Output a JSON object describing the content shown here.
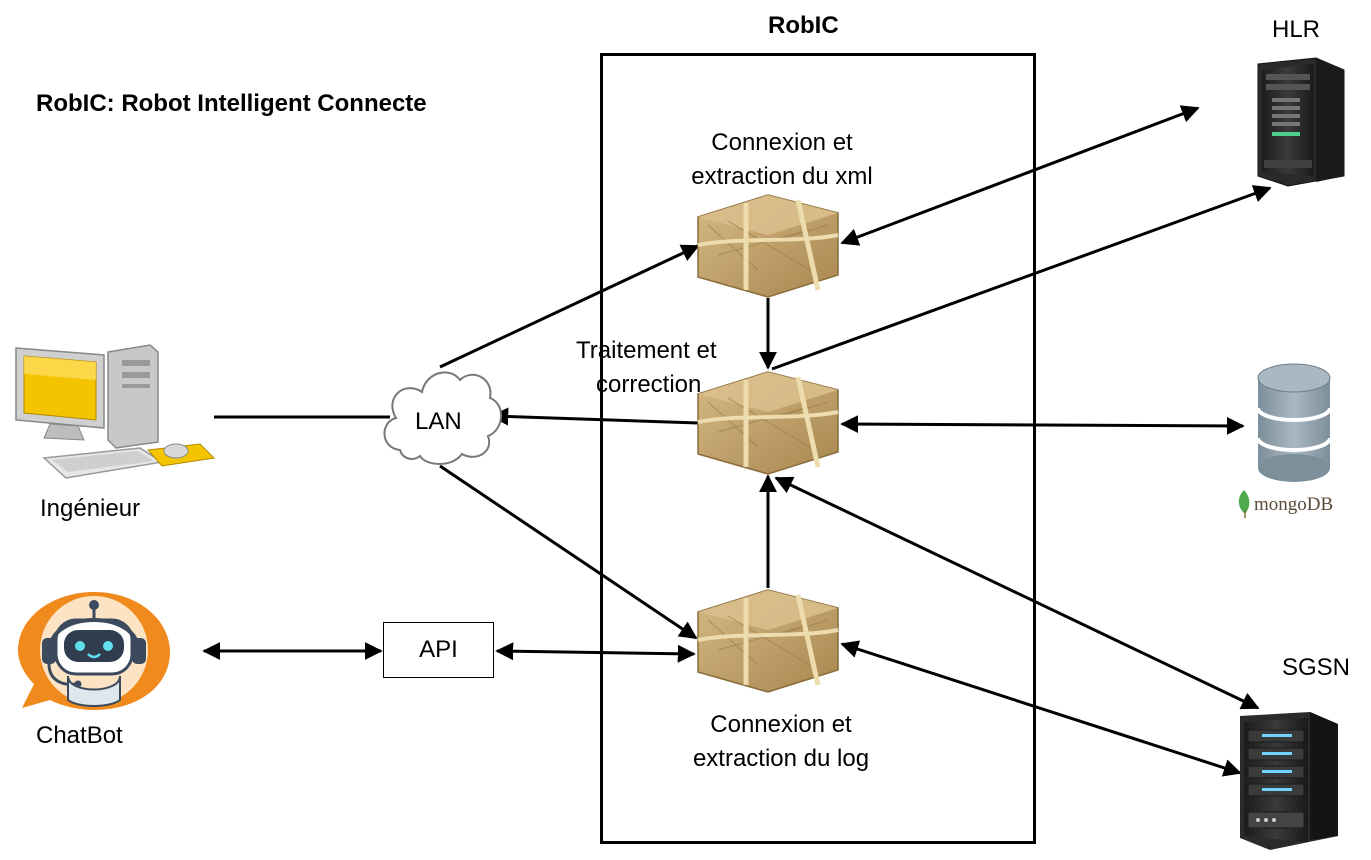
{
  "diagram": {
    "main_title": "RobIC: Robot Intelligent Connecte",
    "box_title": "RobIC",
    "nodes": {
      "engineer": {
        "label": "Ingénieur",
        "icon": "desktop-computer-icon"
      },
      "chatbot": {
        "label": "ChatBot",
        "icon": "robot-headset-icon"
      },
      "lan": {
        "label": "LAN",
        "icon": "cloud-icon"
      },
      "api": {
        "label": "API"
      },
      "xml_module": {
        "label_line1": "Connexion et",
        "label_line2": "extraction du xml",
        "icon": "package-icon"
      },
      "processing_module": {
        "label_line1": "Traitement et",
        "label_line2": "correction",
        "icon": "package-icon"
      },
      "log_module": {
        "label_line1": "Connexion et",
        "label_line2": "extraction du log",
        "icon": "package-icon"
      },
      "hlr": {
        "label": "HLR",
        "icon": "tower-server-icon"
      },
      "mongodb": {
        "label": "mongoDB",
        "icon": "database-icon"
      },
      "sgsn": {
        "label": "SGSN",
        "icon": "rack-server-icon"
      }
    },
    "colors": {
      "package": "#c2a36b",
      "package_dark": "#9c7e4a",
      "string": "#e8d9a8",
      "database": "#8a9ca8",
      "mongo_leaf": "#4fa94d",
      "server": "#2b2b2b",
      "screen": "#f5c400"
    }
  }
}
